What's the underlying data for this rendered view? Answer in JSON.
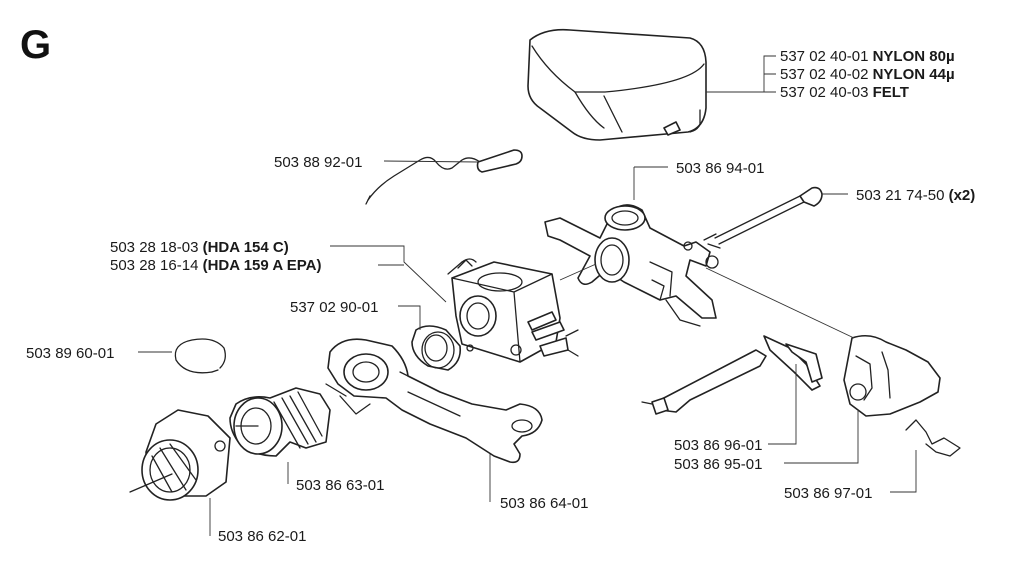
{
  "section_letter": "G",
  "labels": {
    "filter_1": {
      "code": "537 02 40-01",
      "desc": "NYLON 80µ"
    },
    "filter_2": {
      "code": "537 02 40-02",
      "desc": "NYLON 44µ"
    },
    "filter_3": {
      "code": "537 02 40-03",
      "desc": "FELT"
    },
    "rod": {
      "code": "503 88 92-01"
    },
    "bracket": {
      "code": "503 86 94-01"
    },
    "bolt": {
      "code": "503 21 74-50",
      "desc": "(x2)"
    },
    "carb_1": {
      "code": "503 28 18-03",
      "desc": "(HDA 154 C)"
    },
    "carb_2": {
      "code": "503 28 16-14",
      "desc": "(HDA 159 A  EPA)"
    },
    "ring": {
      "code": "537 02 90-01"
    },
    "circlip": {
      "code": "503 89 60-01"
    },
    "boot": {
      "code": "503 86 63-01"
    },
    "arm": {
      "code": "503 86 64-01"
    },
    "flange": {
      "code": "503 86 62-01"
    },
    "lever_1": {
      "code": "503 86 96-01"
    },
    "lever_2": {
      "code": "503 86 95-01"
    },
    "cover": {
      "code": "503 86 97-01"
    }
  }
}
